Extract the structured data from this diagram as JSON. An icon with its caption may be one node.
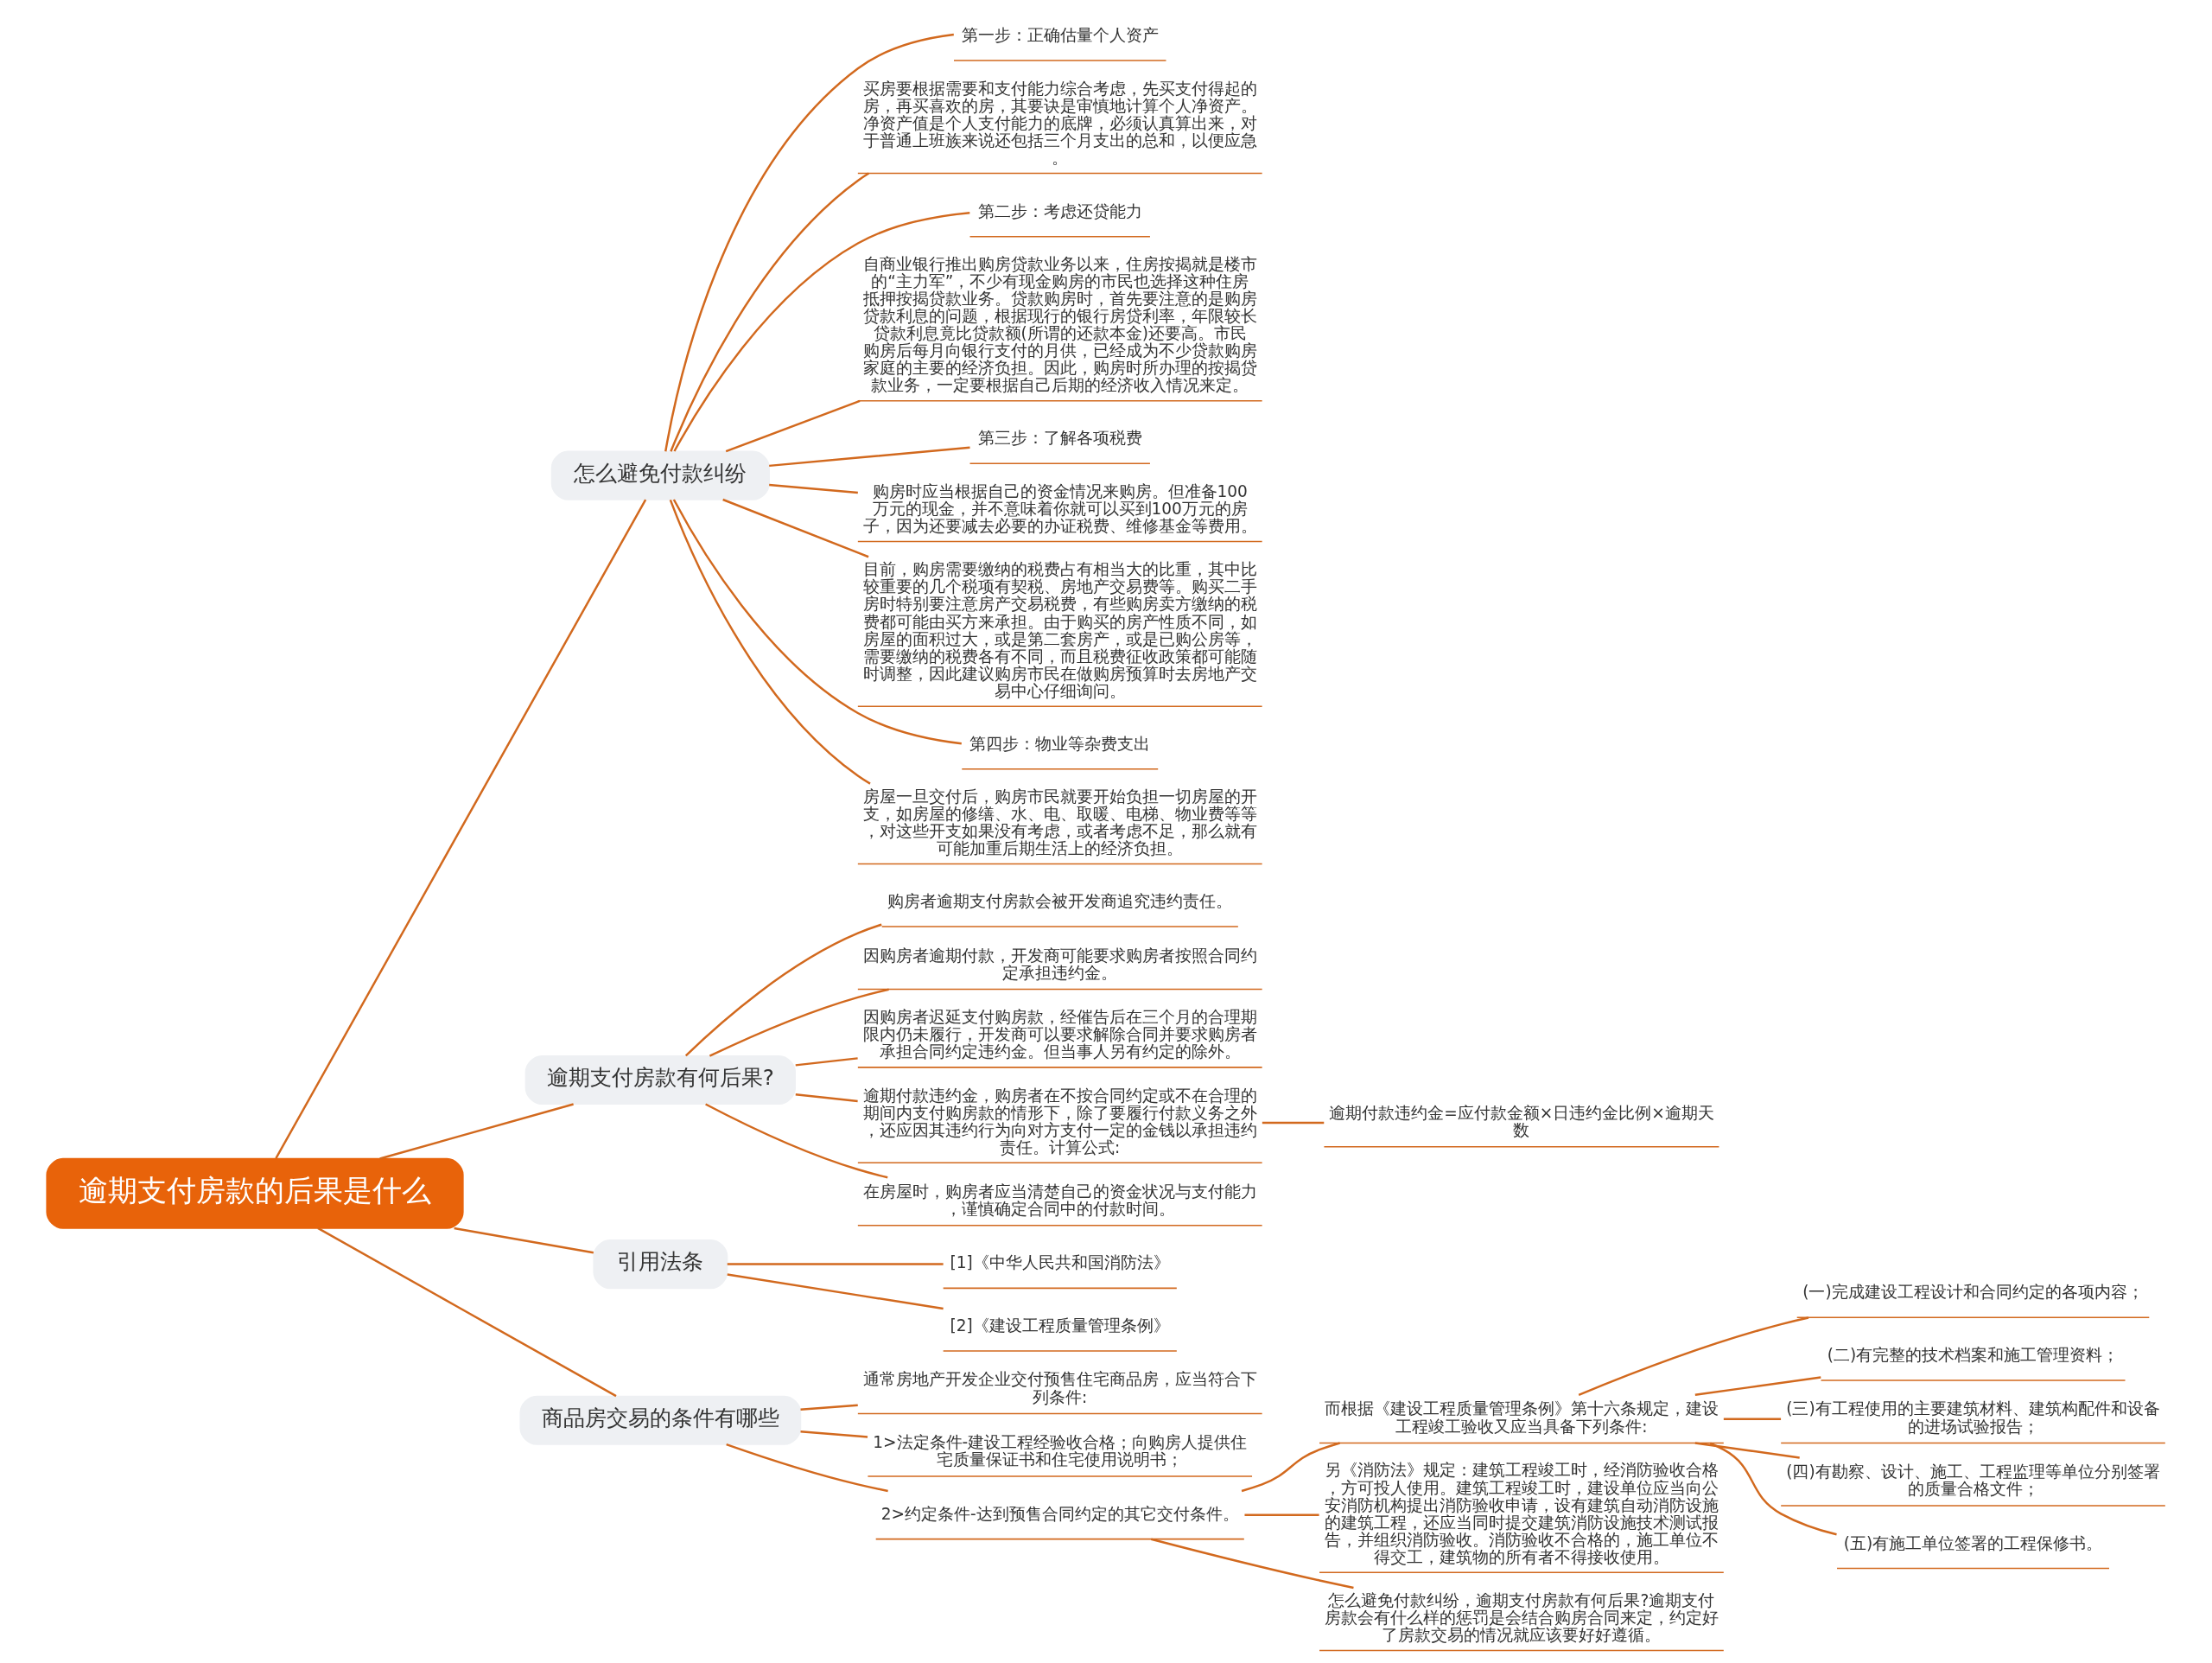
{
  "diagram": {
    "nodes": [
      {
        "text": [
          "逾期支付房款的后果是什么"
        ]
      },
      {
        "text": [
          "怎么避免付款纠纷"
        ]
      },
      {
        "text": [
          "第一步：正确估量个人资产"
        ]
      },
      {
        "text": [
          "买房要根据需要和支付能力综合考虑，先买支付得起的房，再买喜欢的房，其要诀是审慎地计算个人净资产。净资产值是个人支付能力的底牌，必须认真算出来，对于普通上班族来说还包括三个月支出的总和，以便应急。"
        ]
      },
      {
        "text": [
          "第二步：考虑还贷能力"
        ]
      },
      {
        "text": [
          "自商业银行推出购房贷款业务以来，住房按揭就是楼市的“主力军”，不少有现金购房的市民也选择这种住房抵押按揭贷款业务。贷款购房时，首先要注意的是购房贷款利息的问题，根据现行的银行房贷利率，年限较长贷款利息竟比贷款额(所谓的还款本金)还要高。市民购房后每月向银行支付的月供，已经成为不少贷款购房家庭的主要的经济负担。因此，购房时所办理的按揭贷款业务，一定要根据自己后期的经济收入情况来定。"
        ]
      },
      {
        "text": [
          "第三步：了解各项税费"
        ]
      },
      {
        "text": [
          "购房时应当根据自己的资金情况来购房。但准备100万元的现金，并不意味着你就可以买到100万元的房子，因为还要减去必要的办证税费、维修基金等费用。"
        ]
      },
      {
        "text": [
          "目前，购房需要缴纳的税费占有相当大的比重，其中比较重要的几个税项有契税、房地产交易费等。购买二手房时特别要注意房产交易税费，有些购房卖方缴纳的税费都可能由买方来承担。由于购买的房产性质不同，如房屋的面积过大，或是第二套房产，或是已购公房等，需要缴纳的税费各有不同，而且税费征收政策都可能随时调整，因此建议购房市民在做购房预算时去房地产交易中心仔细询问。"
        ]
      },
      {
        "text": [
          "第四步：物业等杂费支出"
        ]
      },
      {
        "text": [
          "房屋一旦交付后，购房市民就要开始负担一切房屋的开支，如房屋的修缮、水、电、取暖、电梯、物业费等等，对这些开支如果没有考虑，或者考虑不足，那么就有可能加重后期生活上的经济负担。"
        ]
      },
      {
        "text": [
          "逾期支付房款有何后果?"
        ]
      },
      {
        "text": [
          "购房者逾期支付房款会被开发商追究违约责任。"
        ]
      },
      {
        "text": [
          "因购房者逾期付款，开发商可能要求购房者按照合同约定承担违约金。"
        ]
      },
      {
        "text": [
          "因购房者迟延支付购房款，经催告后在三个月的合理期限内仍未履行，开发商可以要求解除合同并要求购房者承担合同约定违约金。但当事人另有约定的除外。"
        ]
      },
      {
        "text": [
          "逾期付款违约金，购房者在不按合同约定或不在合理的期间内支付购房款的情形下，除了要履行付款义务之外，还应因其违约行为向对方支付一定的金钱以承担违约责任。计算公式:"
        ]
      },
      {
        "text": [
          "在房屋时，购房者应当清楚自己的资金状况与支付能力，谨慎确定合同中的付款时间。"
        ]
      },
      {
        "text": [
          "逾期付款违约金=应付款金额×日违约金比例×逾期天数"
        ]
      },
      {
        "text": [
          "引用法条"
        ]
      },
      {
        "text": [
          "[1]《中华人民共和国消防法》"
        ]
      },
      {
        "text": [
          "[2]《建设工程质量管理条例》"
        ]
      },
      {
        "text": [
          "商品房交易的条件有哪些"
        ]
      },
      {
        "text": [
          "通常房地产开发企业交付预售住宅商品房，应当符合下列条件:"
        ]
      },
      {
        "text": [
          "1>法定条件-建设工程经验收合格；向购房人提供住宅质量保证书和住宅使用说明书；"
        ]
      },
      {
        "text": [
          "2>约定条件-达到预售合同约定的其它交付条件。"
        ]
      },
      {
        "text": [
          "而根据《建设工程质量管理条例》第十六条规定，建设工程竣工验收又应当具备下列条件:"
        ]
      },
      {
        "text": [
          "(一)完成建设工程设计和合同约定的各项内容；"
        ]
      },
      {
        "text": [
          "(二)有完整的技术档案和施工管理资料；"
        ]
      },
      {
        "text": [
          "(三)有工程使用的主要建筑材料、建筑构配件和设备的进场试验报告；"
        ]
      },
      {
        "text": [
          "(四)有勘察、设计、施工、工程监理等单位分别签署的质量合格文件；"
        ]
      },
      {
        "text": [
          "(五)有施工单位签署的工程保修书。"
        ]
      },
      {
        "text": [
          "另《消防法》规定：建筑工程竣工时，经消防验收合格，方可投人使用。建筑工程竣工时，建设单位应当向公安消防机构提出消防验收申请，设有建筑自动消防设施的建筑工程，还应当同时提交建筑消防设施技术测试报告，并组织消防验收。消防验收不合格的，施工单位不得交工，建筑物的所有者不得接收使用。"
        ]
      },
      {
        "text": [
          "怎么避免付款纠纷，逾期支付房款有何后果?逾期支付房款会有什么样的惩罚是会结合购房合同来定，约定好了房款交易的情况就应该要好好遵循。"
        ]
      }
    ],
    "edges": [
      {
        "from": 0,
        "to": 1,
        "arrow": "none"
      },
      {
        "from": 1,
        "to": 2,
        "arrow": "none"
      },
      {
        "from": 1,
        "to": 3,
        "arrow": "none"
      },
      {
        "from": 1,
        "to": 4,
        "arrow": "none"
      },
      {
        "from": 1,
        "to": 5,
        "arrow": "none"
      },
      {
        "from": 1,
        "to": 6,
        "arrow": "none"
      },
      {
        "from": 1,
        "to": 7,
        "arrow": "none"
      },
      {
        "from": 1,
        "to": 8,
        "arrow": "none"
      },
      {
        "from": 1,
        "to": 9,
        "arrow": "none"
      },
      {
        "from": 1,
        "to": 10,
        "arrow": "none"
      },
      {
        "from": 0,
        "to": 11,
        "arrow": "none"
      },
      {
        "from": 11,
        "to": 12,
        "arrow": "none"
      },
      {
        "from": 11,
        "to": 13,
        "arrow": "none"
      },
      {
        "from": 11,
        "to": 14,
        "arrow": "none"
      },
      {
        "from": 11,
        "to": 15,
        "arrow": "none"
      },
      {
        "from": 11,
        "to": 16,
        "arrow": "none"
      },
      {
        "from": 15,
        "to": 17,
        "arrow": "none"
      },
      {
        "from": 0,
        "to": 18,
        "arrow": "none"
      },
      {
        "from": 18,
        "to": 19,
        "arrow": "none"
      },
      {
        "from": 18,
        "to": 20,
        "arrow": "none"
      },
      {
        "from": 0,
        "to": 21,
        "arrow": "none"
      },
      {
        "from": 21,
        "to": 22,
        "arrow": "none"
      },
      {
        "from": 21,
        "to": 23,
        "arrow": "none"
      },
      {
        "from": 21,
        "to": 24,
        "arrow": "none"
      },
      {
        "from": 24,
        "to": 25,
        "arrow": "none"
      },
      {
        "from": 25,
        "to": 26,
        "arrow": "none"
      },
      {
        "from": 25,
        "to": 27,
        "arrow": "none"
      },
      {
        "from": 25,
        "to": 28,
        "arrow": "none"
      },
      {
        "from": 25,
        "to": 29,
        "arrow": "none"
      },
      {
        "from": 25,
        "to": 30,
        "arrow": "none"
      },
      {
        "from": 24,
        "to": 31,
        "arrow": "none"
      },
      {
        "from": 24,
        "to": 32,
        "arrow": "none"
      }
    ]
  }
}
